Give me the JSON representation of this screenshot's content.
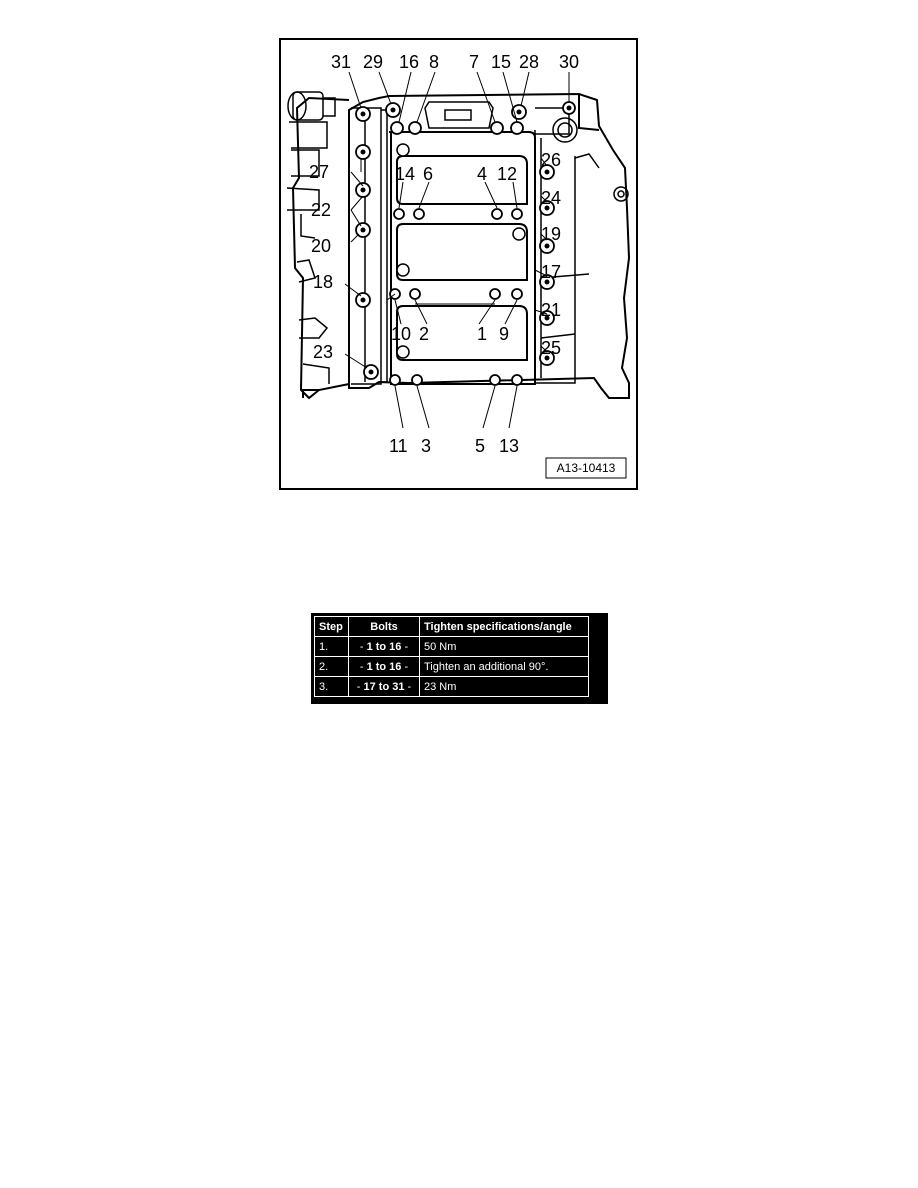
{
  "figure": {
    "reference_tag": "A13-10413",
    "bolt_labels": [
      "1",
      "2",
      "3",
      "4",
      "5",
      "6",
      "7",
      "8",
      "9",
      "10",
      "11",
      "12",
      "13",
      "14",
      "15",
      "16",
      "17",
      "18",
      "19",
      "20",
      "21",
      "22",
      "23",
      "24",
      "25",
      "26",
      "27",
      "28",
      "29",
      "30",
      "31"
    ]
  },
  "table": {
    "headers": [
      "Step",
      "Bolts",
      "Tighten specifications/angle"
    ],
    "rows": [
      {
        "step": "1.",
        "bolts_prefix": "- ",
        "bolts": "1 to 16",
        "bolts_suffix": " -",
        "spec": "50 Nm"
      },
      {
        "step": "2.",
        "bolts_prefix": "- ",
        "bolts": "1 to 16",
        "bolts_suffix": " -",
        "spec": "Tighten an additional 90°."
      },
      {
        "step": "3.",
        "bolts_prefix": "- ",
        "bolts": "17 to 31",
        "bolts_suffix": " -",
        "spec": "23 Nm"
      }
    ]
  }
}
